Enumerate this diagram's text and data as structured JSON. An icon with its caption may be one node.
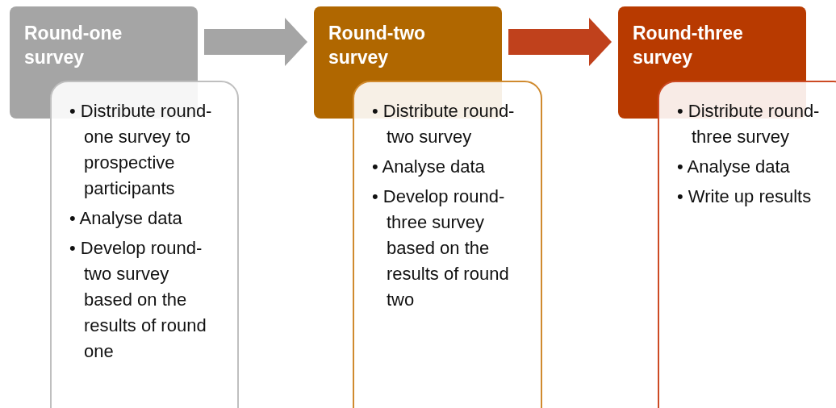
{
  "diagram": {
    "nodes": [
      {
        "text": [
          "Round-one survey"
        ]
      },
      {
        "text": [
          "• Distribute round-one survey to prospective participants",
          "• Analyse data",
          "• Develop round-two survey based on the results of round one"
        ]
      },
      {
        "text": [
          "Round-two survey"
        ]
      },
      {
        "text": [
          "• Distribute round-two survey",
          "• Analyse data",
          "• Develop round-three survey based on the results of round two"
        ]
      },
      {
        "text": [
          "Round-three survey"
        ]
      },
      {
        "text": [
          "• Distribute round-three survey",
          "• Analyse data",
          "• Write up results"
        ]
      }
    ],
    "edges": [
      {
        "from": 0,
        "to": 2,
        "arrow": "to",
        "color": "#a5a5a5"
      },
      {
        "from": 2,
        "to": 4,
        "arrow": "to",
        "color": "#c0411c"
      }
    ]
  }
}
